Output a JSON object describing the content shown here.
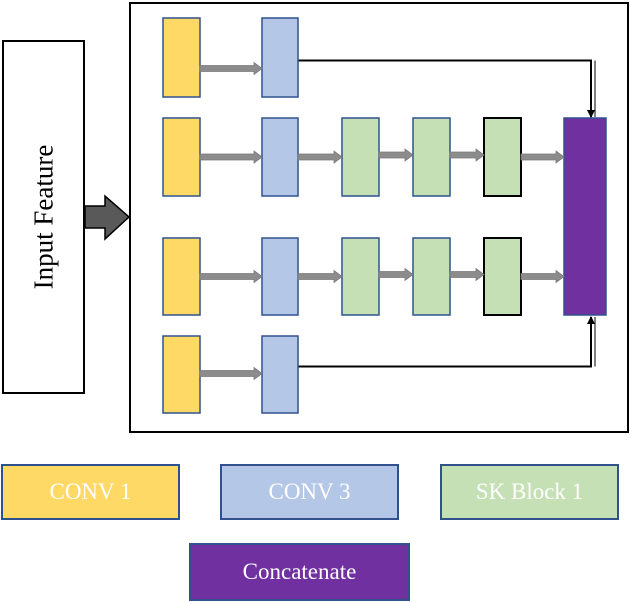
{
  "input": {
    "label": "Input Feature"
  },
  "legend": {
    "conv1": "CONV 1",
    "conv3": "CONV 3",
    "sk_block": "SK Block 1",
    "concat": "Concatenate"
  },
  "colors": {
    "conv1": "#FFD966",
    "conv3": "#B4C7E7",
    "sk_block": "#C5E0B4",
    "concat": "#7030A0",
    "arrow_gray": "#8C8C8C",
    "border_dark": "#2F528F"
  }
}
